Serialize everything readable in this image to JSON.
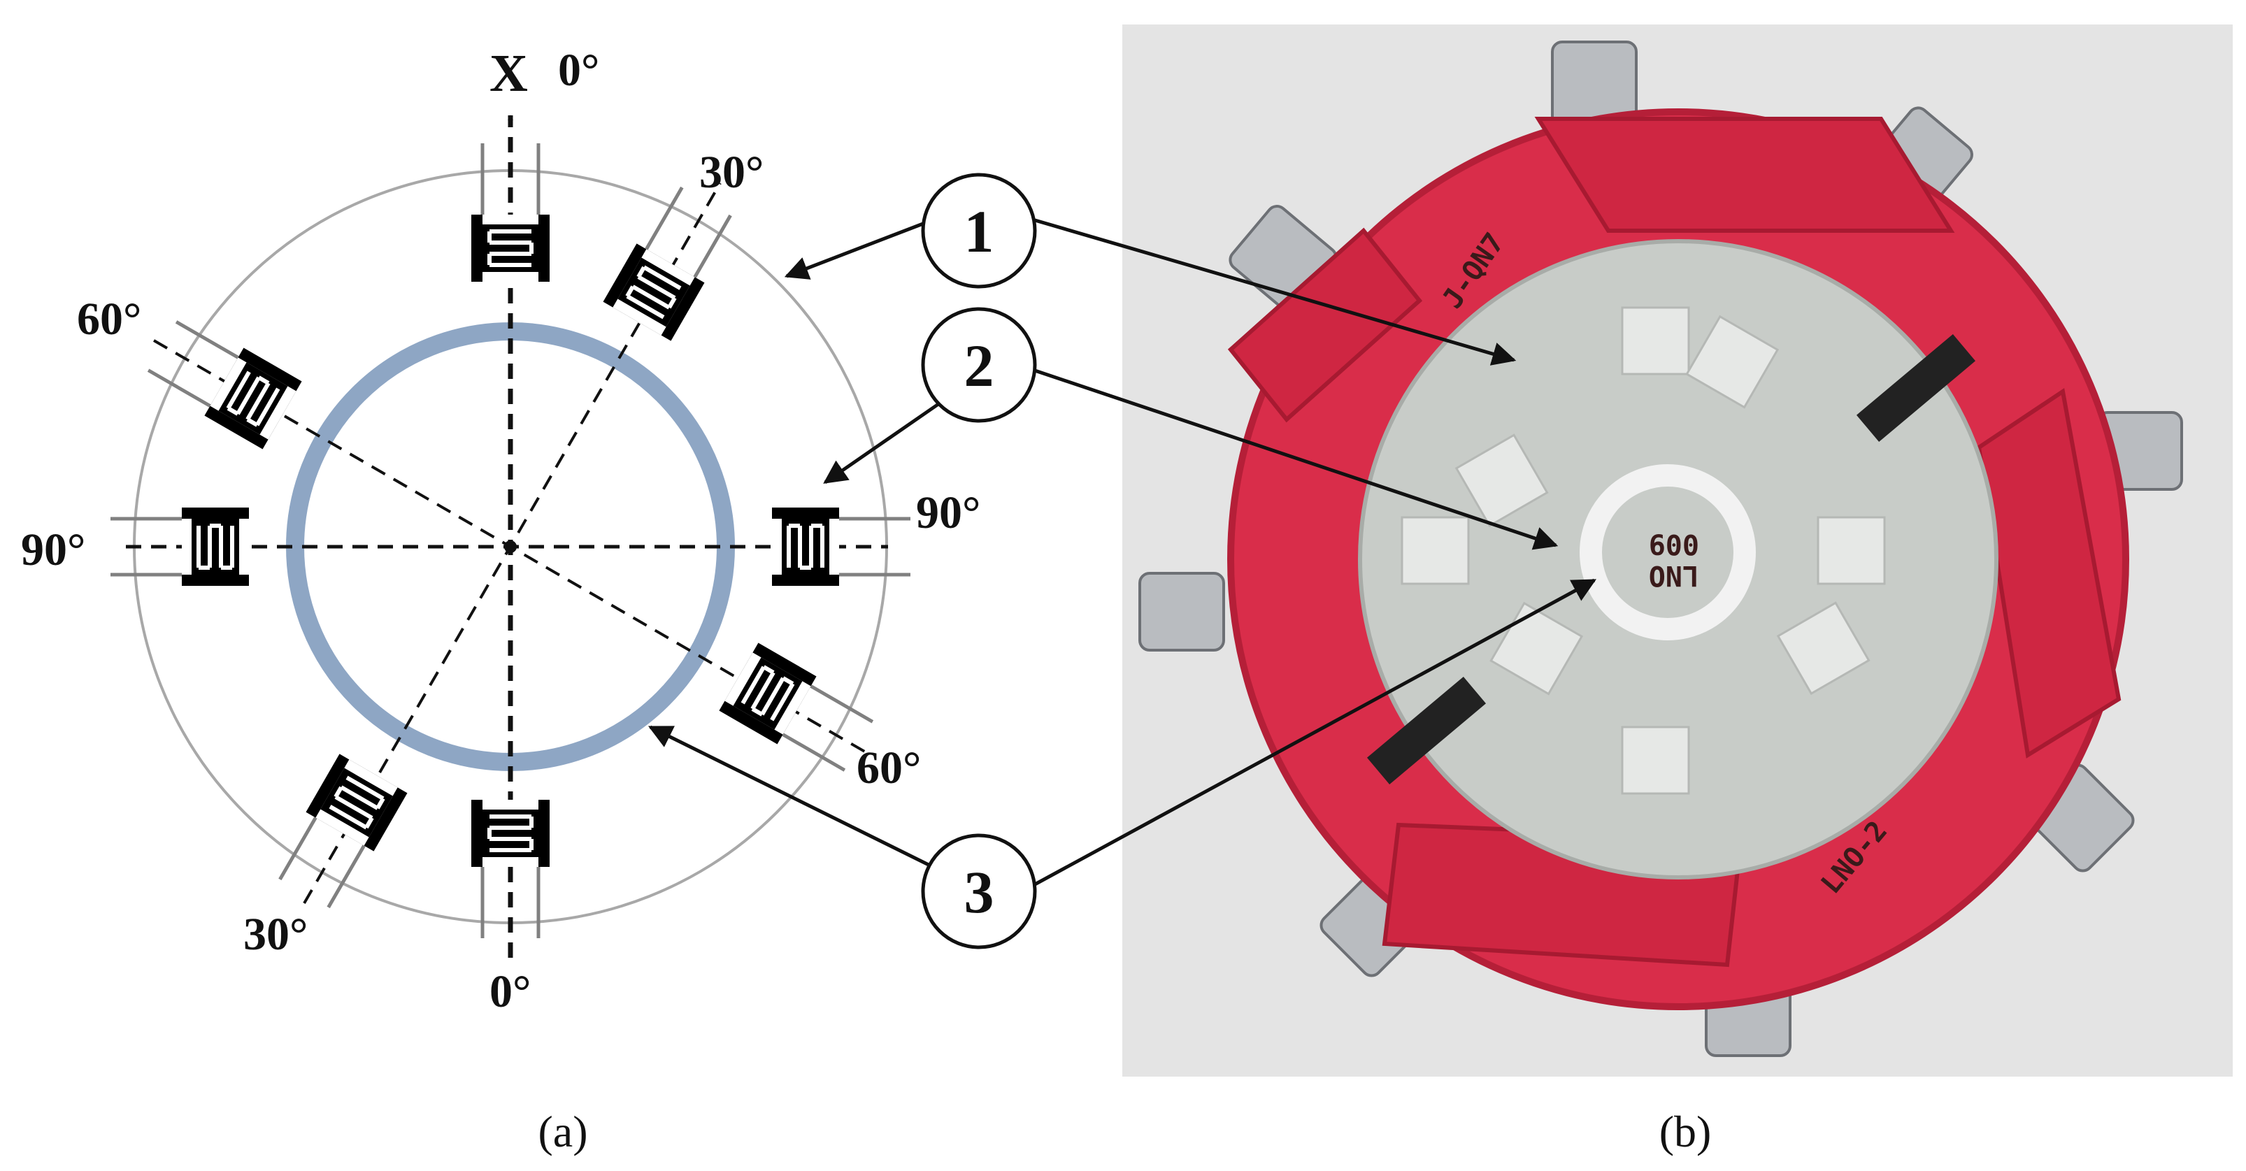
{
  "panel_a": {
    "axis_top_label": "X",
    "angle_labels": {
      "top_0": "0°",
      "top_30": "30°",
      "left_60": "60°",
      "left_90": "90°",
      "right_90": "90°",
      "right_60": "60°",
      "bottom_30": "30°",
      "bottom_0": "0°"
    },
    "colors": {
      "ring": "#8ea6c4",
      "outer_circle": "#a8a8a8",
      "gauge": "#000000",
      "lead": "#808080"
    }
  },
  "callouts": [
    {
      "number": "1"
    },
    {
      "number": "2"
    },
    {
      "number": "3"
    }
  ],
  "panel_b": {
    "marking_1": "J-QN7",
    "marking_2": "LNO-2",
    "center_text_1": "009",
    "center_text_2": "LNO",
    "colors": {
      "frame": "#d92d4a",
      "disc": "#c8ccc8",
      "background": "#e4e4e4"
    }
  },
  "captions": {
    "a": "(a)",
    "b": "(b)"
  }
}
